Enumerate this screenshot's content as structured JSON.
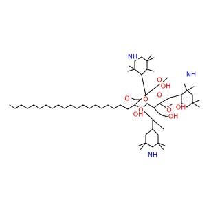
{
  "colors": {
    "background": "#ffffff",
    "bond": "#000000",
    "oxygen": "#ff0000",
    "nitrogen": "#0000ff"
  },
  "atom_labels": {
    "o_ester_chain": "O",
    "o_ester_carbonyl": "O",
    "oh_a": "OH",
    "o_ester_2": "O",
    "oh_b": "OH",
    "o_ester_upper": "O",
    "o_ester_upper_carbonyl": "O",
    "oh_upper": "OH",
    "o_right": "O",
    "oh_right": "OH",
    "nh_upper": "NH",
    "nh_right": "NH",
    "nh_lower": "NH"
  }
}
